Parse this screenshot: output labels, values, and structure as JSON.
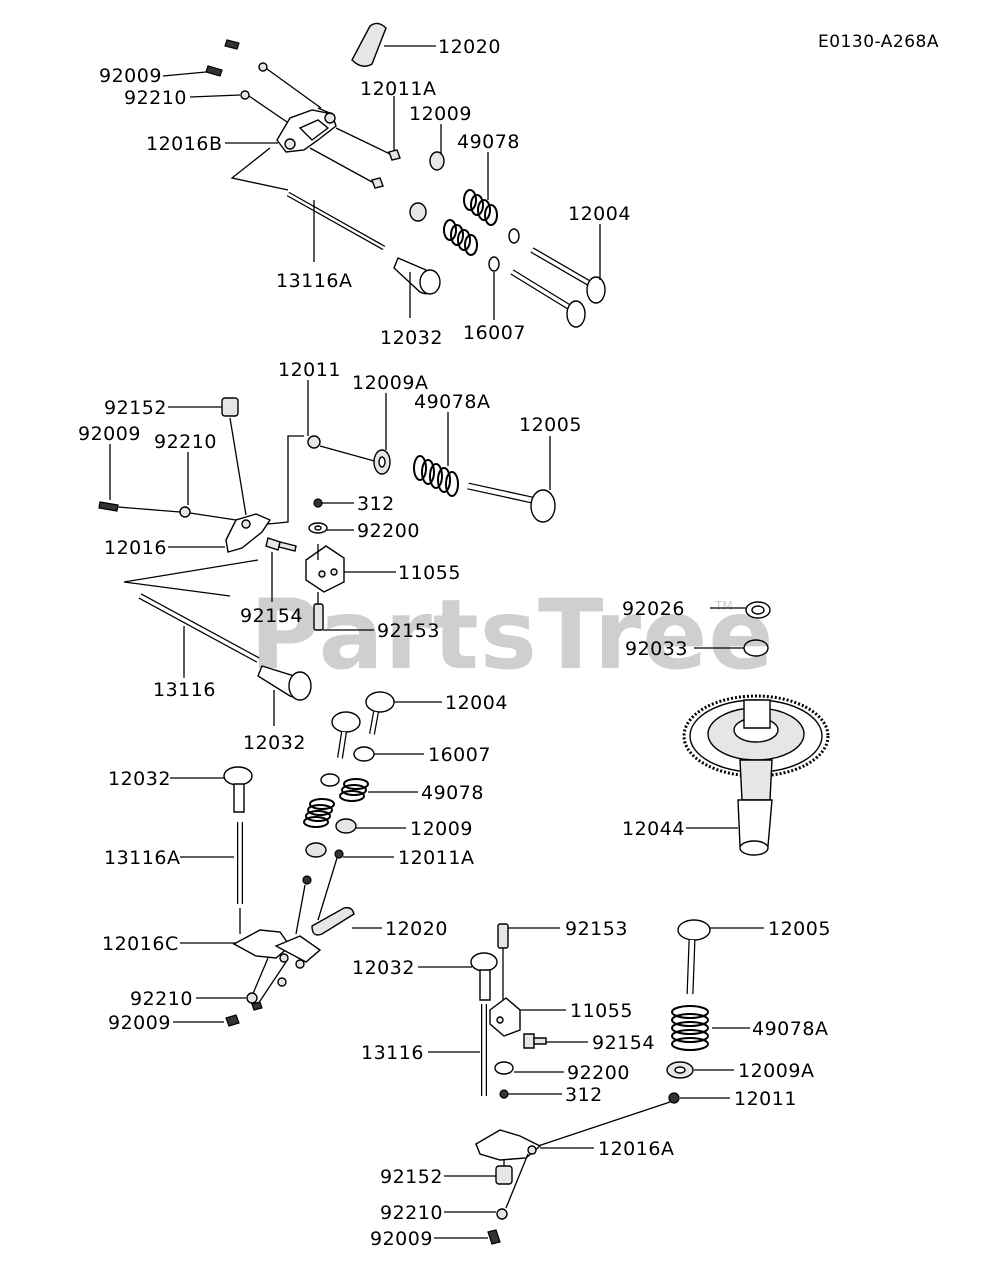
{
  "diagram_ref": "E0130-A268A",
  "watermark": "PartsTree",
  "watermark_tm": "TM",
  "callouts": {
    "p12020_a": "12020",
    "p92009_a": "92009",
    "p92210_a": "92210",
    "p12011A_a": "12011A",
    "p12009_a": "12009",
    "p49078_a": "49078",
    "p12016B": "12016B",
    "p12004_a": "12004",
    "p13116A_a": "13116A",
    "p12032_a": "12032",
    "p16007_a": "16007",
    "p92152_a": "92152",
    "p12011_a": "12011",
    "p12009A_a": "12009A",
    "p49078A_a": "49078A",
    "p12005_a": "12005",
    "p92009_b": "92009",
    "p92210_b": "92210",
    "p312_a": "312",
    "p92200_a": "92200",
    "p12016": "12016",
    "p11055_a": "11055",
    "p92154_a": "92154",
    "p92026": "92026",
    "p92153_a": "92153",
    "p92033": "92033",
    "p13116_a": "13116",
    "p12004_b": "12004",
    "p12032_b": "12032",
    "p16007_b": "16007",
    "p12032_c": "12032",
    "p49078_b": "49078",
    "p12009_b": "12009",
    "p13116A_b": "13116A",
    "p12011A_b": "12011A",
    "p12044": "12044",
    "p12020_b": "12020",
    "p12016C": "12016C",
    "p92153_b": "92153",
    "p12005_b": "12005",
    "p12032_d": "12032",
    "p92210_c": "92210",
    "p11055_b": "11055",
    "p92009_c": "92009",
    "p92154_b": "92154",
    "p49078A_b": "49078A",
    "p13116_b": "13116",
    "p92200_b": "92200",
    "p12009A_b": "12009A",
    "p312_b": "312",
    "p12011_b": "12011",
    "p12016A": "12016A",
    "p92152_b": "92152",
    "p92210_d": "92210",
    "p92009_d": "92009"
  }
}
